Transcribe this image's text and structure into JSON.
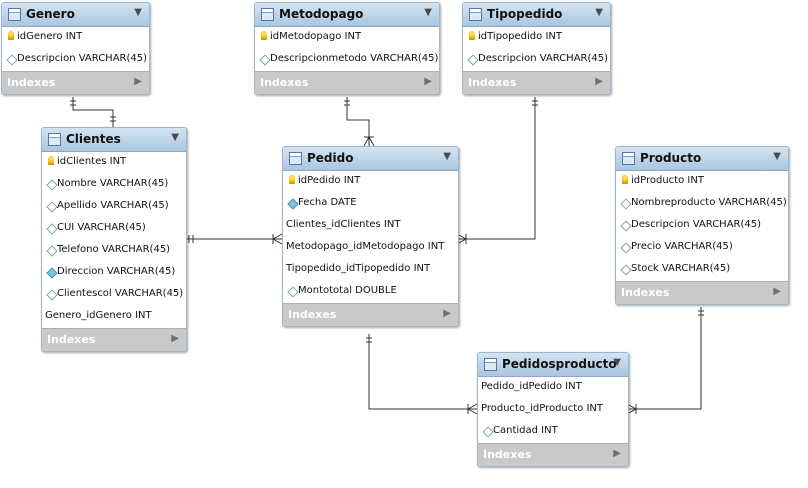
{
  "tables": [
    {
      "id": "genero",
      "name": "Genero",
      "columns": [
        {
          "label": "idGenero INT",
          "kind": "pk"
        },
        {
          "label": "Descripcion VARCHAR(45)",
          "kind": "col"
        }
      ]
    },
    {
      "id": "metodopago",
      "name": "Metodopago",
      "columns": [
        {
          "label": "idMetodopago INT",
          "kind": "pk"
        },
        {
          "label": "Descripcionmetodo VARCHAR(45)",
          "kind": "col"
        }
      ]
    },
    {
      "id": "tipopedido",
      "name": "Tipopedido",
      "columns": [
        {
          "label": "idTipopedido INT",
          "kind": "pk"
        },
        {
          "label": "Descripcion VARCHAR(45)",
          "kind": "col"
        }
      ]
    },
    {
      "id": "clientes",
      "name": "Clientes",
      "columns": [
        {
          "label": "idClientes INT",
          "kind": "pk"
        },
        {
          "label": "Nombre VARCHAR(45)",
          "kind": "col"
        },
        {
          "label": "Apellido VARCHAR(45)",
          "kind": "col"
        },
        {
          "label": "CUI VARCHAR(45)",
          "kind": "col"
        },
        {
          "label": "Telefono VARCHAR(45)",
          "kind": "col"
        },
        {
          "label": "Direccion VARCHAR(45)",
          "kind": "colf"
        },
        {
          "label": "Clientescol VARCHAR(45)",
          "kind": "col"
        },
        {
          "label": "Genero_idGenero INT",
          "kind": "fk"
        }
      ]
    },
    {
      "id": "pedido",
      "name": "Pedido",
      "columns": [
        {
          "label": "idPedido INT",
          "kind": "pk"
        },
        {
          "label": "Fecha DATE",
          "kind": "colf"
        },
        {
          "label": "Clientes_idClientes INT",
          "kind": "fk"
        },
        {
          "label": "Metodopago_idMetodopago INT",
          "kind": "fk"
        },
        {
          "label": "Tipopedido_idTipopedido INT",
          "kind": "fk"
        },
        {
          "label": "Montototal DOUBLE",
          "kind": "col"
        }
      ]
    },
    {
      "id": "producto",
      "name": "Producto",
      "columns": [
        {
          "label": "idProducto INT",
          "kind": "pk"
        },
        {
          "label": "Nombreproducto VARCHAR(45)",
          "kind": "col"
        },
        {
          "label": "Descripcion VARCHAR(45)",
          "kind": "col"
        },
        {
          "label": "Precio VARCHAR(45)",
          "kind": "col"
        },
        {
          "label": "Stock VARCHAR(45)",
          "kind": "col"
        }
      ]
    },
    {
      "id": "pedidosproducto",
      "name": "Pedidosproducto",
      "columns": [
        {
          "label": "Pedido_idPedido INT",
          "kind": "fk"
        },
        {
          "label": "Producto_idProducto INT",
          "kind": "fk"
        },
        {
          "label": "Cantidad INT",
          "kind": "col"
        }
      ]
    }
  ],
  "indexes_label": "Indexes",
  "relationships": [
    {
      "from": "genero",
      "to": "clientes"
    },
    {
      "from": "clientes",
      "to": "pedido"
    },
    {
      "from": "metodopago",
      "to": "pedido"
    },
    {
      "from": "tipopedido",
      "to": "pedido"
    },
    {
      "from": "pedido",
      "to": "pedidosproducto"
    },
    {
      "from": "producto",
      "to": "pedidosproducto"
    }
  ]
}
